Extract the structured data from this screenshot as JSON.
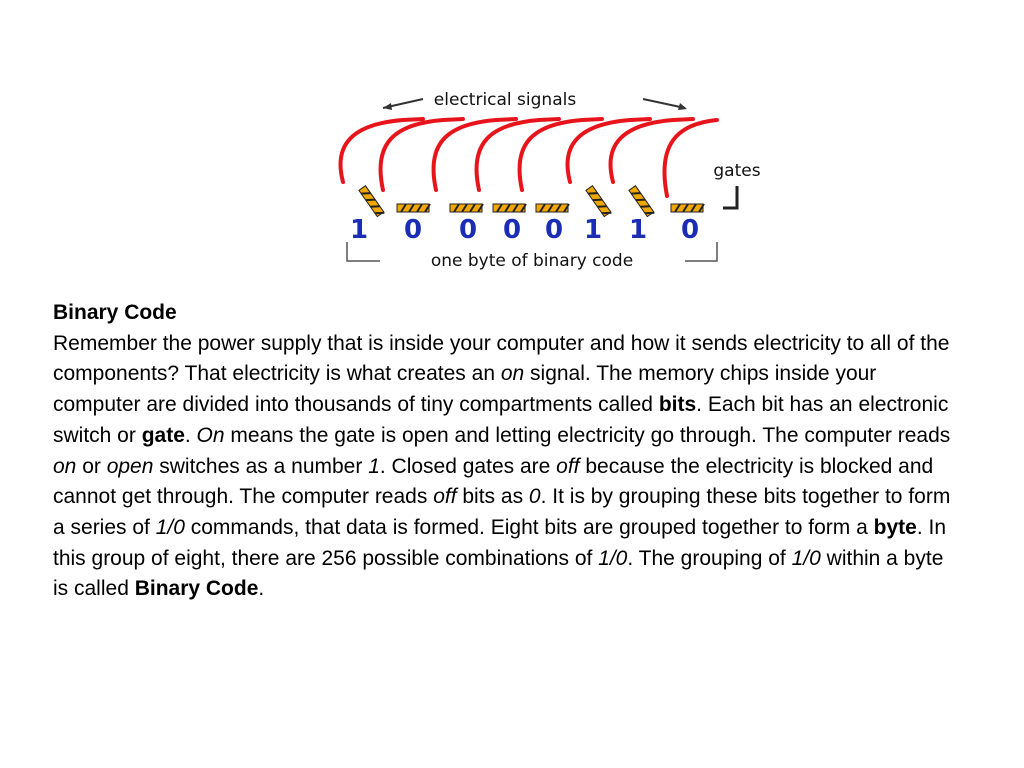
{
  "diagram": {
    "top_label": "electrical signals",
    "side_label": "gates",
    "bottom_label": "one byte of binary code",
    "bits": [
      "1",
      "0",
      "0",
      "0",
      "0",
      "1",
      "1",
      "0"
    ],
    "colors": {
      "wire": "#e8141b",
      "bit": "#1a2db4",
      "gate": "#f0a800",
      "gate_stripe": "#222222",
      "bracket": "#444444"
    },
    "icons": [
      "open-gate-icon",
      "closed-gate-icon",
      "wire-icon"
    ]
  },
  "article": {
    "title": "Binary Code",
    "segments": [
      {
        "t": "  Remember the power supply that is inside your computer and how it sends electricity to all of the components? That electricity is what creates an ",
        "s": ""
      },
      {
        "t": "on",
        "s": "i"
      },
      {
        "t": " signal. The memory chips inside your computer are divided into thousands of tiny compartments called ",
        "s": ""
      },
      {
        "t": "bits",
        "s": "b"
      },
      {
        "t": ". Each bit has an electronic switch or ",
        "s": ""
      },
      {
        "t": "gate",
        "s": "b"
      },
      {
        "t": ". ",
        "s": ""
      },
      {
        "t": "On",
        "s": "i"
      },
      {
        "t": " means the gate is open and letting electricity go through. The computer reads ",
        "s": ""
      },
      {
        "t": "on",
        "s": "i"
      },
      {
        "t": " or ",
        "s": ""
      },
      {
        "t": "open",
        "s": "i"
      },
      {
        "t": " switches as a number ",
        "s": ""
      },
      {
        "t": "1",
        "s": "i"
      },
      {
        "t": ". Closed gates are ",
        "s": ""
      },
      {
        "t": "off",
        "s": "i"
      },
      {
        "t": " because the electricity is blocked and cannot get through. The computer reads ",
        "s": ""
      },
      {
        "t": "off",
        "s": "i"
      },
      {
        "t": " bits as ",
        "s": ""
      },
      {
        "t": "0",
        "s": "i"
      },
      {
        "t": ". It is by grouping these bits together to form a series of ",
        "s": ""
      },
      {
        "t": "1/0",
        "s": "i"
      },
      {
        "t": " commands, that data is formed. Eight bits are grouped together to form a ",
        "s": ""
      },
      {
        "t": "byte",
        "s": "b"
      },
      {
        "t": ". In this group of eight, there are 256 possible combinations of ",
        "s": ""
      },
      {
        "t": "1/0",
        "s": "i"
      },
      {
        "t": ". The grouping of ",
        "s": ""
      },
      {
        "t": "1/0",
        "s": "i"
      },
      {
        "t": " within a byte is called ",
        "s": ""
      },
      {
        "t": "Binary Code",
        "s": "b"
      },
      {
        "t": ".",
        "s": ""
      }
    ]
  }
}
